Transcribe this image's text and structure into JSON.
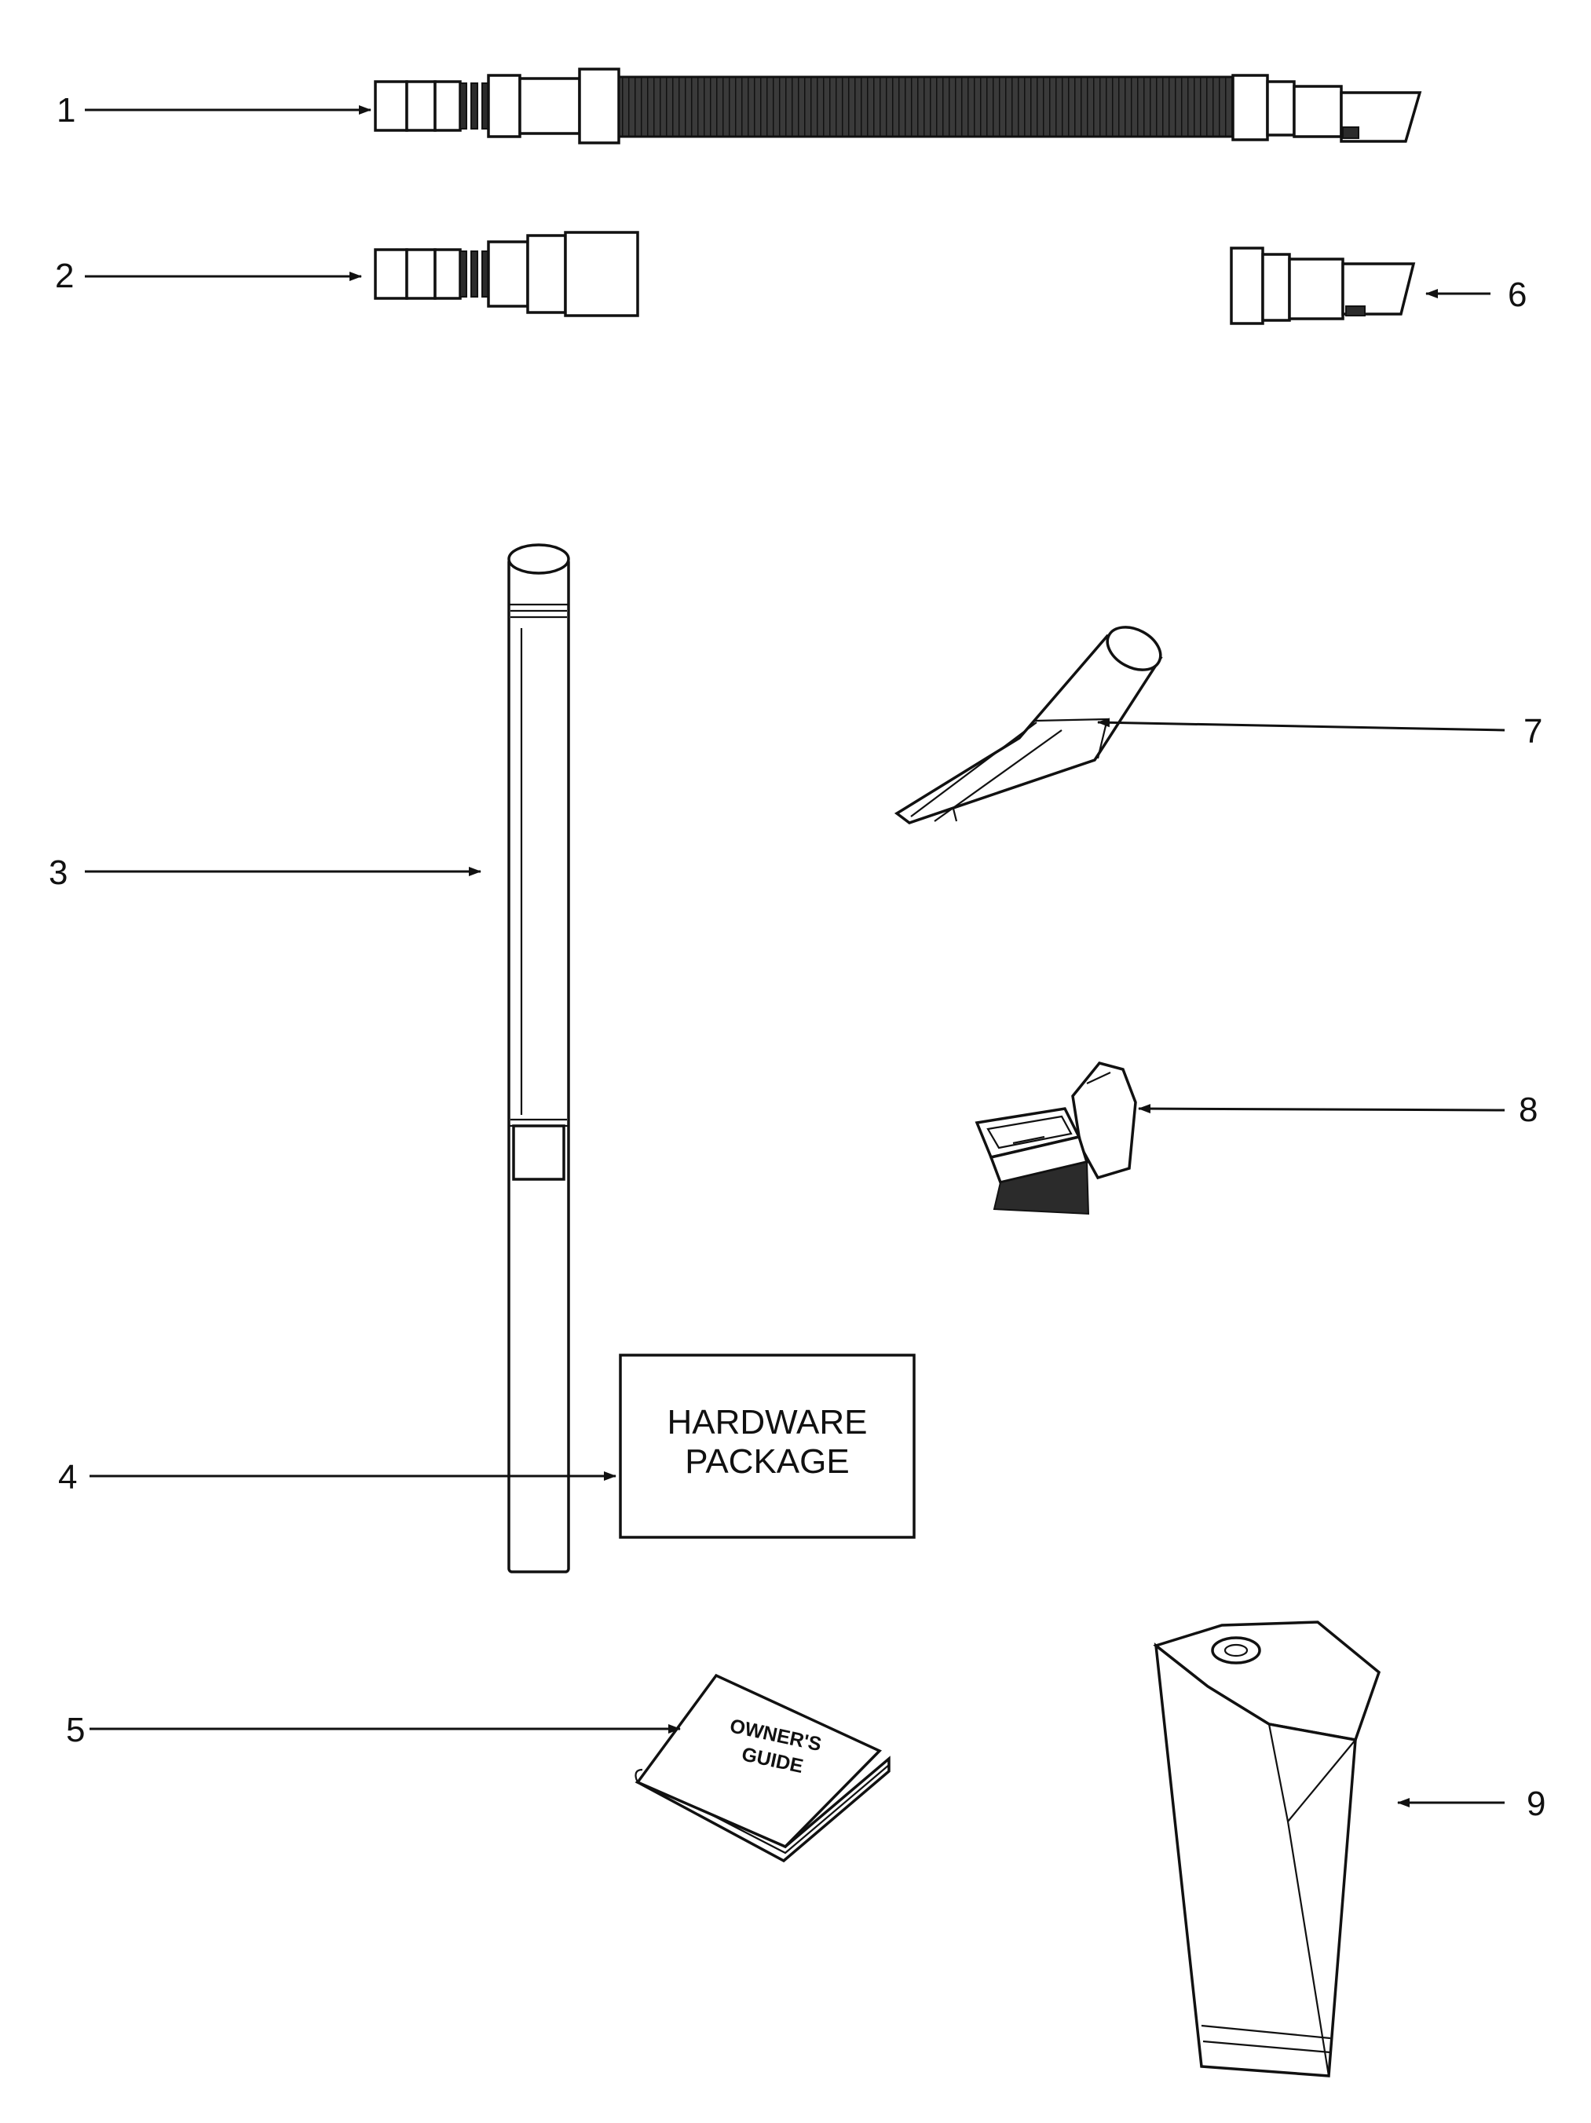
{
  "diagram": {
    "type": "parts-accessories-exploded-view",
    "colors": {
      "ink": "#111111",
      "hose_texture": "#2b2b2b",
      "background": "#ffffff"
    },
    "callouts": [
      {
        "number": "1",
        "part": "hose-assembly"
      },
      {
        "number": "2",
        "part": "hose-end-connector"
      },
      {
        "number": "3",
        "part": "extension-wand"
      },
      {
        "number": "4",
        "part": "hardware-package"
      },
      {
        "number": "5",
        "part": "owners-guide"
      },
      {
        "number": "6",
        "part": "hose-end-handle"
      },
      {
        "number": "7",
        "part": "crevice-tool"
      },
      {
        "number": "8",
        "part": "dusting-brush"
      },
      {
        "number": "9",
        "part": "filter-bag"
      }
    ],
    "hardware_package": {
      "line1": "HARDWARE",
      "line2": "PACKAGE"
    },
    "owners_guide": {
      "line1": "OWNER'S",
      "line2": "GUIDE"
    }
  }
}
